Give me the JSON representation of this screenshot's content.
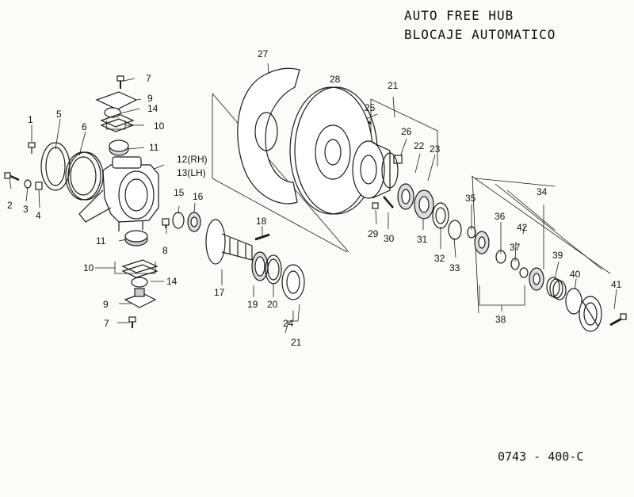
{
  "title_line1": "AUTO FREE HUB",
  "title_line2": "BLOCAJE AUTOMATICO",
  "diagram_code": "0743 - 400-C",
  "callouts": [
    {
      "id": "c1",
      "text": "1"
    },
    {
      "id": "c2",
      "text": "2"
    },
    {
      "id": "c3",
      "text": "3"
    },
    {
      "id": "c4",
      "text": "4"
    },
    {
      "id": "c5",
      "text": "5"
    },
    {
      "id": "c6",
      "text": "6"
    },
    {
      "id": "c7a",
      "text": "7"
    },
    {
      "id": "c7b",
      "text": "7"
    },
    {
      "id": "c8",
      "text": "8"
    },
    {
      "id": "c9a",
      "text": "9"
    },
    {
      "id": "c9b",
      "text": "9"
    },
    {
      "id": "c10a",
      "text": "10"
    },
    {
      "id": "c10b",
      "text": "10"
    },
    {
      "id": "c11a",
      "text": "11"
    },
    {
      "id": "c11b",
      "text": "11"
    },
    {
      "id": "c12",
      "text": "12(RH)"
    },
    {
      "id": "c13",
      "text": "13(LH)"
    },
    {
      "id": "c14a",
      "text": "14"
    },
    {
      "id": "c14b",
      "text": "14"
    },
    {
      "id": "c15",
      "text": "15"
    },
    {
      "id": "c16",
      "text": "16"
    },
    {
      "id": "c17",
      "text": "17"
    },
    {
      "id": "c18",
      "text": "18"
    },
    {
      "id": "c19",
      "text": "19"
    },
    {
      "id": "c20",
      "text": "20"
    },
    {
      "id": "c21a",
      "text": "21"
    },
    {
      "id": "c21b",
      "text": "21"
    },
    {
      "id": "c22",
      "text": "22"
    },
    {
      "id": "c23",
      "text": "23"
    },
    {
      "id": "c24",
      "text": "24"
    },
    {
      "id": "c25",
      "text": "25"
    },
    {
      "id": "c26",
      "text": "26"
    },
    {
      "id": "c27",
      "text": "27"
    },
    {
      "id": "c28",
      "text": "28"
    },
    {
      "id": "c29",
      "text": "29"
    },
    {
      "id": "c30",
      "text": "30"
    },
    {
      "id": "c31",
      "text": "31"
    },
    {
      "id": "c32",
      "text": "32"
    },
    {
      "id": "c33",
      "text": "33"
    },
    {
      "id": "c34",
      "text": "34"
    },
    {
      "id": "c35",
      "text": "35"
    },
    {
      "id": "c36",
      "text": "36"
    },
    {
      "id": "c37",
      "text": "37"
    },
    {
      "id": "c38",
      "text": "38"
    },
    {
      "id": "c39",
      "text": "39"
    },
    {
      "id": "c40",
      "text": "40"
    },
    {
      "id": "c41",
      "text": "41"
    },
    {
      "id": "c42",
      "text": "42"
    }
  ]
}
